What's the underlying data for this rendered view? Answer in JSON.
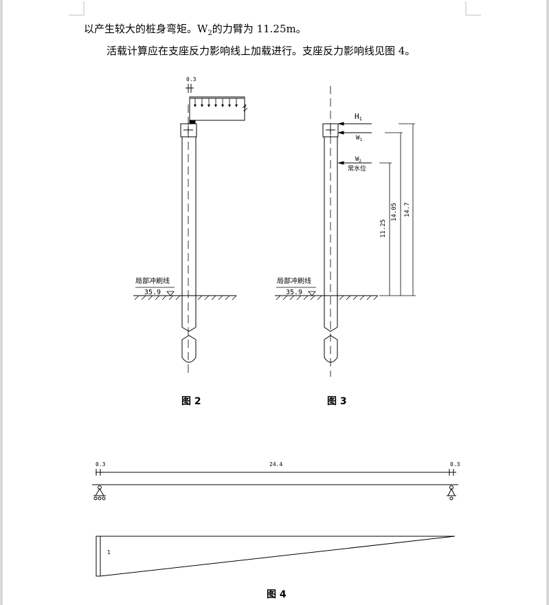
{
  "paragraph": {
    "line1_prefix": "以产生较大的桩身弯矩。W",
    "line1_sub": "2",
    "line1_suffix": "的力臂为 11.25m。",
    "line2": "活载计算应在支座反力影响线上加载进行。支座反力影响线见图 4。"
  },
  "figure2": {
    "caption": "图 2",
    "top_dim": "0.3",
    "scour_label": "局部冲刷线",
    "scour_elev": "35.9"
  },
  "figure3": {
    "caption": "图 3",
    "h1_label": "H",
    "h1_sub": "1",
    "w1_label": "W",
    "w1_sub": "1",
    "w2_label": "W",
    "w2_sub": "2",
    "water_label": "常水位",
    "dim_1125": "11.25",
    "dim_1405": "14.05",
    "dim_147": "14.7",
    "scour_label": "局部冲刷线",
    "scour_elev": "35.9"
  },
  "figure4": {
    "caption": "图 4",
    "dim_left": "0.3",
    "dim_span": "24.4",
    "dim_right": "0.3",
    "ordinate": "1"
  }
}
